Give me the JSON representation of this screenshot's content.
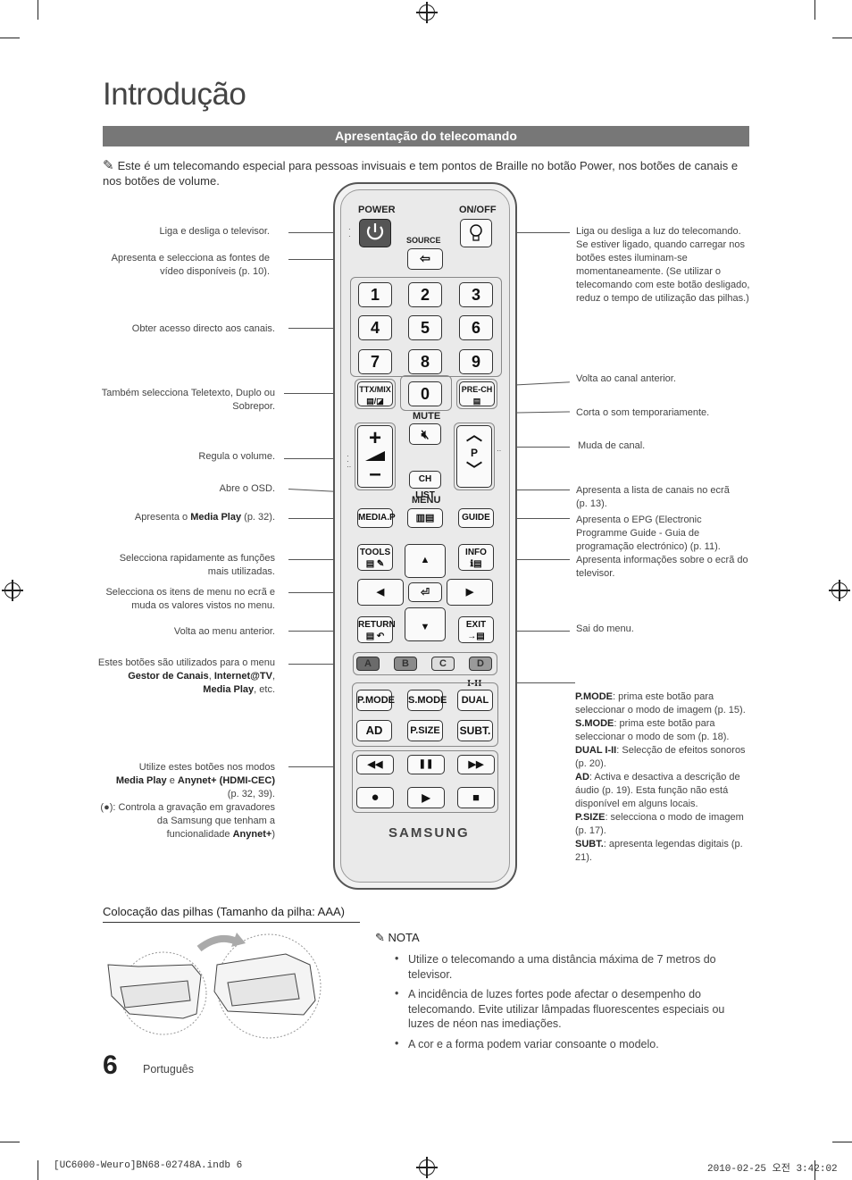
{
  "page": {
    "title": "Introdução",
    "section_bar": "Apresentação do telecomando",
    "intro_text": "Este é um telecomando especial para pessoas invisuais e tem pontos de Braille no botão Power, nos botões de canais e nos botões de volume.",
    "page_number": "6",
    "language": "Português",
    "footer_left": "[UC6000-Weuro]BN68-02748A.indb   6",
    "footer_right": "2010-02-25   오전 3:42:02"
  },
  "annotations_left": [
    {
      "id": "power",
      "text": "Liga e desliga o televisor."
    },
    {
      "id": "source",
      "text": "Apresenta e selecciona as fontes de vídeo disponíveis (p. 10)."
    },
    {
      "id": "numbers",
      "text": "Obter acesso directo aos canais."
    },
    {
      "id": "ttx",
      "text": "Também selecciona Teletexto, Duplo ou Sobrepor."
    },
    {
      "id": "volume",
      "text": "Regula o volume."
    },
    {
      "id": "osd",
      "text": "Abre o OSD."
    },
    {
      "id": "mediap_pre",
      "text": "Apresenta o ",
      "bold": "Media Play",
      "post": " (p. 32)."
    },
    {
      "id": "tools",
      "text": "Selecciona rapidamente as funções mais utilizadas."
    },
    {
      "id": "nav",
      "text": "Selecciona os itens de menu no ecrã e muda os valores vistos no menu."
    },
    {
      "id": "return",
      "text": "Volta ao menu anterior."
    }
  ],
  "annotation_colors": {
    "line1": "Estes botões são utilizados para o menu",
    "b1": "Gestor de Canais",
    "sep1": ", ",
    "b2": "Internet@TV",
    "sep2": ",",
    "b3": "Media Play",
    "tail": ", etc."
  },
  "annotation_media": {
    "line1": "Utilize estes botões nos modos",
    "b1": "Media Play",
    "mid": " e ",
    "b2": "Anynet+ (HDMI-CEC)",
    "pages": "(p. 32, 39).",
    "rec_pre": "(",
    "rec_sym": "●",
    "rec_text": "): Controla a gravação em gravadores da Samsung que tenham  a funcionalidade ",
    "b3": "Anynet+",
    "close": ")"
  },
  "annotations_right": [
    {
      "id": "onoff",
      "text": "Liga ou desliga a luz do telecomando. Se estiver ligado, quando carregar nos botões estes iluminam-se momentaneamente. (Se utilizar o telecomando com este botão desligado, reduz o tempo de utilização das pilhas.)"
    },
    {
      "id": "prech",
      "text": "Volta ao canal anterior."
    },
    {
      "id": "mute",
      "text": "Corta o som temporariamente."
    },
    {
      "id": "channel",
      "text": "Muda de canal."
    },
    {
      "id": "chlist",
      "text": "Apresenta a lista de canais no ecrã (p. 13)."
    },
    {
      "id": "guide",
      "text": "Apresenta o EPG (Electronic Programme Guide - Guia de programação electrónico) (p. 11)."
    },
    {
      "id": "info",
      "text": "Apresenta informações sobre o ecrã do televisor."
    },
    {
      "id": "exit",
      "text": "Sai do menu."
    }
  ],
  "annotation_modes": [
    {
      "bold": "P.MODE",
      "text": ": prima este botão para seleccionar o modo de imagem (p. 15)."
    },
    {
      "bold": "S.MODE",
      "text": ": prima este botão para seleccionar o modo de som (p. 18)."
    },
    {
      "bold": "DUAL I-II",
      "text": ": Selecção de efeitos sonoros (p. 20)."
    },
    {
      "bold": "AD",
      "text": ": Activa e desactiva a descrição de áudio (p. 19). Esta função não está disponível em alguns locais."
    },
    {
      "bold": "P.SIZE",
      "text": ": selecciona o modo de imagem (p. 17)."
    },
    {
      "bold": "SUBT.",
      "text": ": apresenta legendas digitais (p. 21)."
    }
  ],
  "remote": {
    "power_label": "POWER",
    "onoff_label": "ON/OFF",
    "source_label": "SOURCE",
    "numbers": [
      "1",
      "2",
      "3",
      "4",
      "5",
      "6",
      "7",
      "8",
      "9"
    ],
    "zero": "0",
    "ttx_label": "TTX/MIX",
    "prech_label": "PRE-CH",
    "mute_label": "MUTE",
    "p_label": "P",
    "chlist_label": "CH LIST",
    "menu_label": "MENU",
    "mediap_label": "MEDIA.P",
    "guide_label": "GUIDE",
    "tools_label": "TOOLS",
    "info_label": "INFO",
    "return_label": "RETURN",
    "exit_label": "EXIT",
    "colors": [
      "A",
      "B",
      "C",
      "D"
    ],
    "color_values": [
      "#6b6b6b",
      "#8a8a8a",
      "#dcdcdc",
      "#9a9a9a"
    ],
    "dual_symbol": "I-II",
    "pmode_label": "P.MODE",
    "smode_label": "S.MODE",
    "dual_label": "DUAL",
    "ad_label": "AD",
    "psize_label": "P.SIZE",
    "subt_label": "SUBT.",
    "rew": "◀◀",
    "pause": "❚❚",
    "ff": "▶▶",
    "rec": "●",
    "play": "▶",
    "stop": "■",
    "brand": "SAMSUNG"
  },
  "batteries": {
    "heading": "Colocação das pilhas (Tamanho da pilha: AAA)",
    "note_label": "NOTA",
    "notes": [
      "Utilize o telecomando a uma distância máxima de 7 metros do televisor.",
      "A incidência de luzes fortes pode afectar o desempenho do telecomando. Evite utilizar lâmpadas fluorescentes especiais ou luzes de néon nas imediações.",
      "A cor e a forma podem variar consoante o modelo."
    ]
  }
}
